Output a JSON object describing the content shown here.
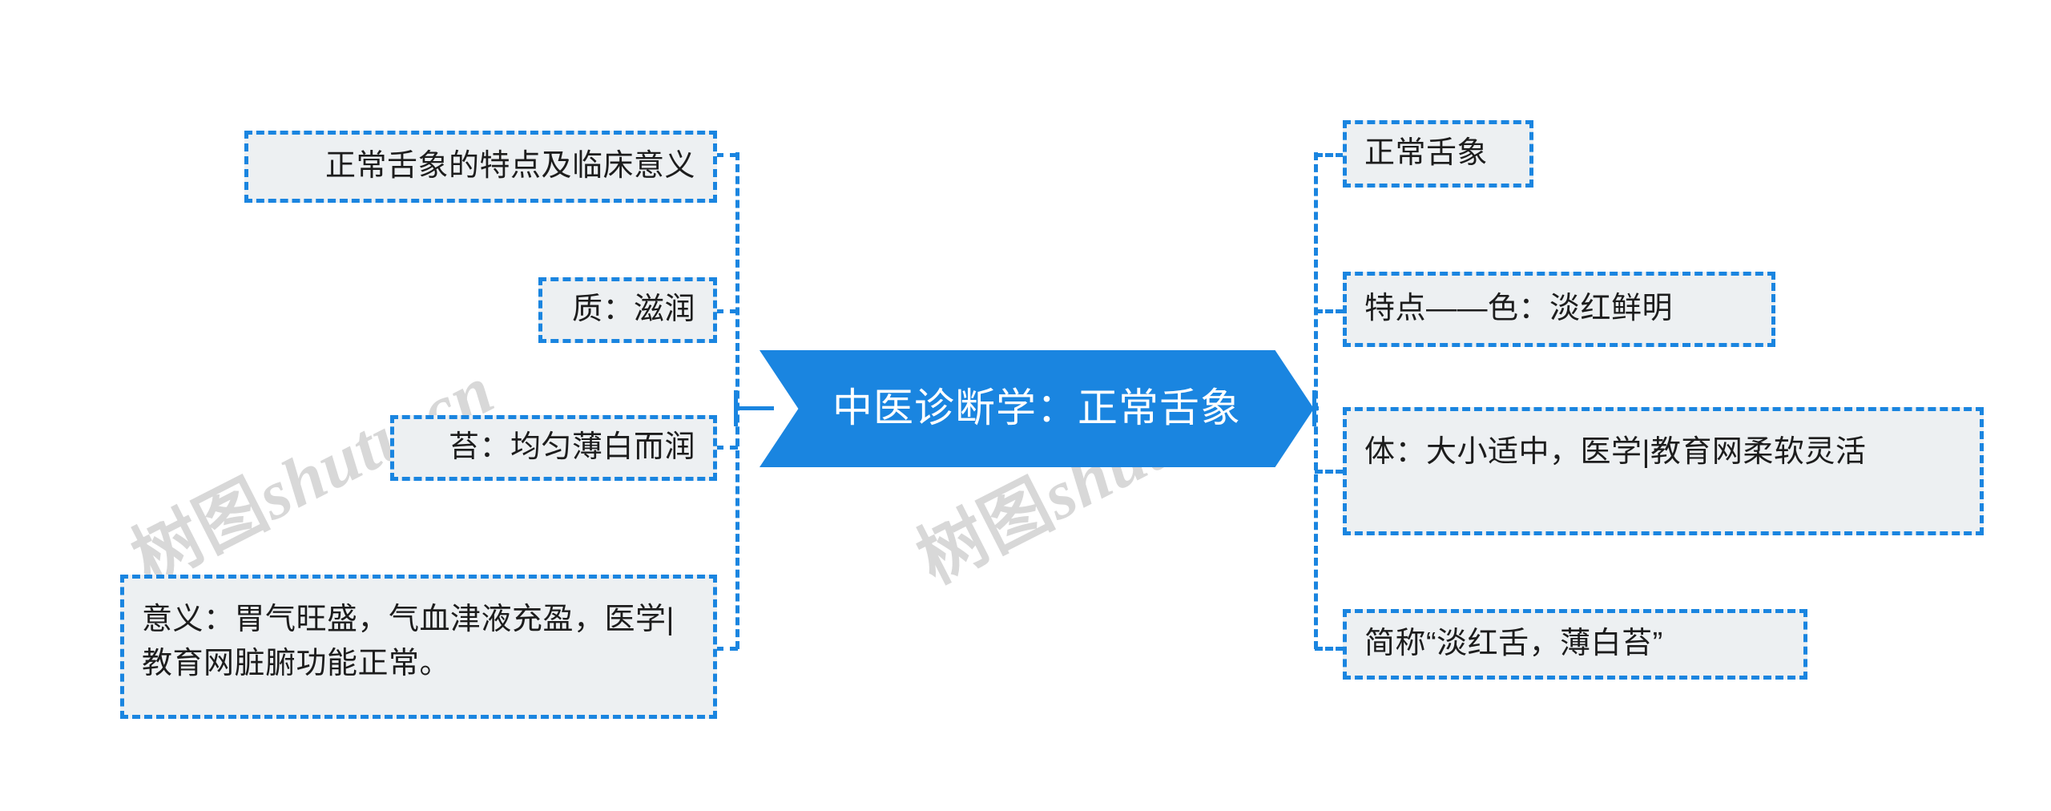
{
  "diagram": {
    "type": "mind-map",
    "title": "中医诊断学：正常舌象",
    "background_color": "#ffffff",
    "accent_color": "#1a85e0",
    "node_fill_color": "#edf0f2",
    "node_text_color": "#1d1d1d",
    "center": {
      "label": "中医诊断学：正常舌象"
    },
    "left_branch": [
      {
        "label": "正常舌象的特点及临床意义"
      },
      {
        "label": "质：滋润"
      },
      {
        "label": "苔：均匀薄白而润"
      },
      {
        "label": "意义：胃气旺盛，气血津液充盈，医学|教育网脏腑功能正常。"
      }
    ],
    "right_branch": [
      {
        "label": "正常舌象"
      },
      {
        "label": "特点——色：淡红鲜明"
      },
      {
        "label": "体：大小适中，医学|教育网柔软灵活"
      },
      {
        "label": "简称“淡红舌，薄白苔”"
      }
    ],
    "watermark": {
      "cjk": "树图",
      "latin": "shutu.cn"
    }
  }
}
